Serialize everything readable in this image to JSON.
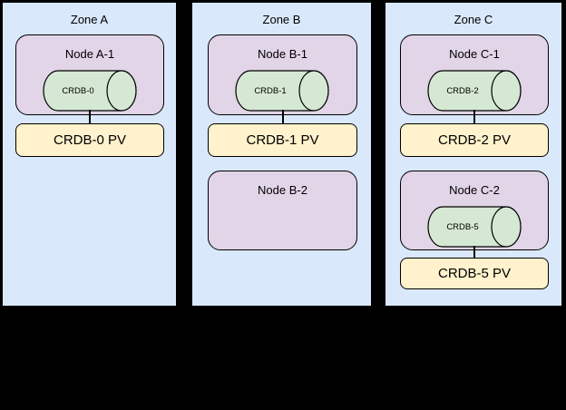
{
  "diagram_type": "kubernetes-cockroachdb-zone-topology",
  "colors": {
    "background": "#000000",
    "zone_fill": "#dae8fc",
    "node_fill": "#e1d5e7",
    "cylinder_fill": "#d5e8d4",
    "pv_fill": "#fff2cc",
    "border": "#000000"
  },
  "zones": [
    {
      "title": "Zone A",
      "nodes": [
        {
          "title": "Node A-1",
          "pod": "CRDB-0",
          "pv": "CRDB-0 PV"
        }
      ]
    },
    {
      "title": "Zone B",
      "nodes": [
        {
          "title": "Node B-1",
          "pod": "CRDB-1",
          "pv": "CRDB-1 PV"
        },
        {
          "title": "Node B-2"
        }
      ]
    },
    {
      "title": "Zone C",
      "nodes": [
        {
          "title": "Node C-1",
          "pod": "CRDB-2",
          "pv": "CRDB-2 PV"
        },
        {
          "title": "Node C-2",
          "pod": "CRDB-5",
          "pv": "CRDB-5 PV"
        }
      ]
    }
  ]
}
